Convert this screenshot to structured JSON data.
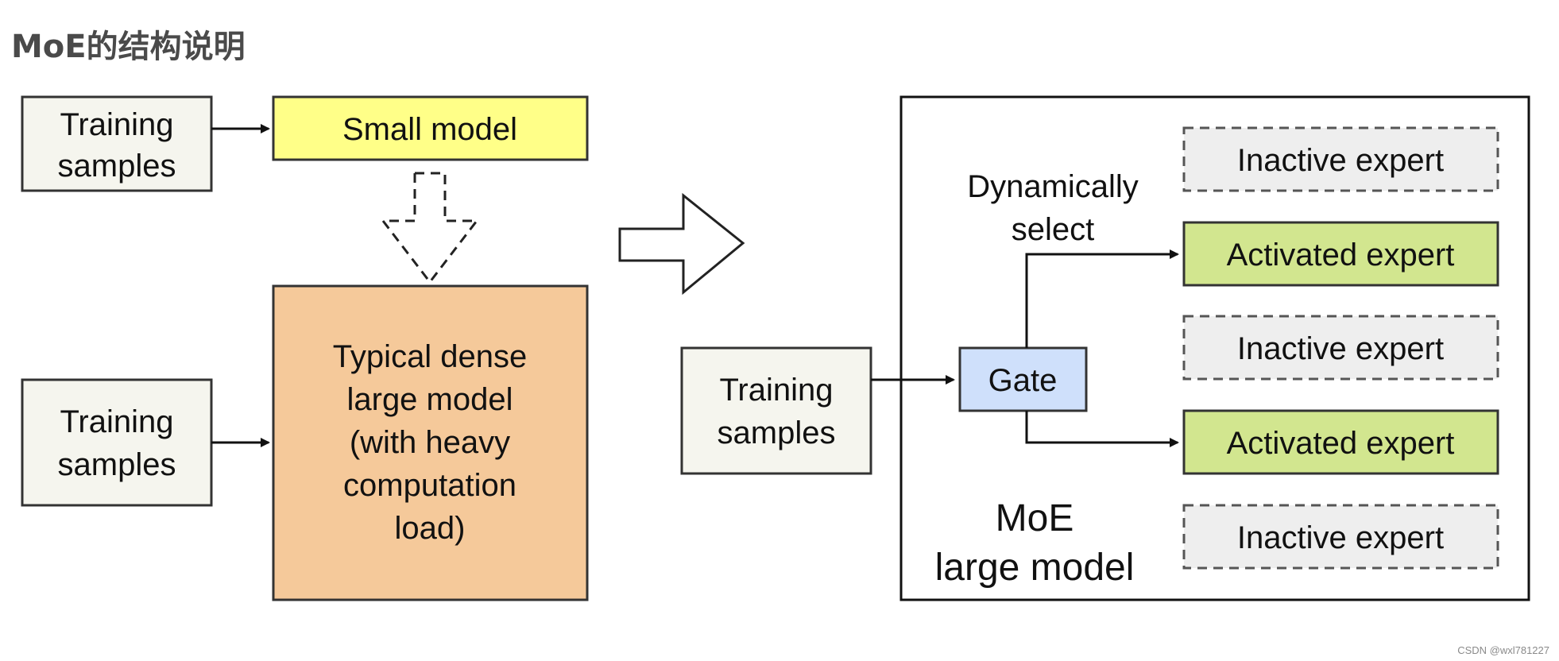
{
  "page": {
    "title": "MoE的结构说明",
    "watermark": "CSDN @wxl781227"
  },
  "diagram": {
    "left": {
      "training_top": [
        "Training",
        "samples"
      ],
      "small_model": "Small model",
      "training_bottom": [
        "Training",
        "samples"
      ],
      "dense_model": [
        "Typical dense",
        "large model",
        "(with heavy",
        "computation",
        "load)"
      ]
    },
    "right": {
      "training": [
        "Training",
        "samples"
      ],
      "gate": "Gate",
      "dynamic_label": [
        "Dynamically",
        "select"
      ],
      "moe_label": [
        "MoE",
        "large model"
      ],
      "experts": [
        {
          "label": "Inactive expert",
          "state": "inactive"
        },
        {
          "label": "Activated expert",
          "state": "active"
        },
        {
          "label": "Inactive expert",
          "state": "inactive"
        },
        {
          "label": "Activated expert",
          "state": "active"
        },
        {
          "label": "Inactive expert",
          "state": "inactive"
        }
      ]
    },
    "colors": {
      "training_fill": "#f5f5ee",
      "small_model_fill": "#ffff88",
      "dense_model_fill": "#f5c99a",
      "gate_fill": "#cfe0fb",
      "active_fill": "#d2e68f",
      "inactive_fill": "#eeeeee",
      "stroke": "#333333"
    }
  }
}
